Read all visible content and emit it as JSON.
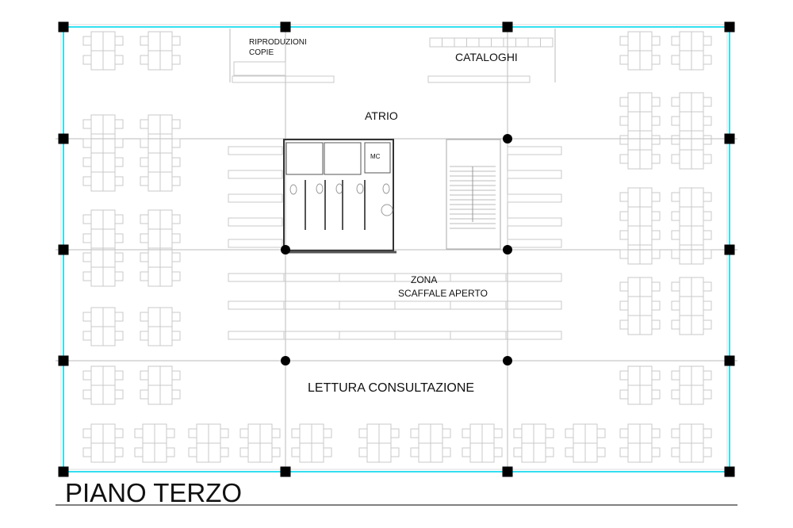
{
  "title": "PIANO TERZO",
  "rooms": {
    "riproduzioni": "RIPRODUZIONI",
    "copie": "COPIE",
    "cataloghi": "CATALOGHI",
    "atrio": "ATRIO",
    "mc": "MC",
    "zona": "ZONA",
    "scaffale": "SCAFFALE APERTO",
    "lettura": "LETTURA CONSULTAZIONE"
  },
  "colors": {
    "facade": "#33e0f0",
    "structure": "#000000",
    "furniture": "#c8c8c8",
    "grid": "#bbbbbb"
  }
}
